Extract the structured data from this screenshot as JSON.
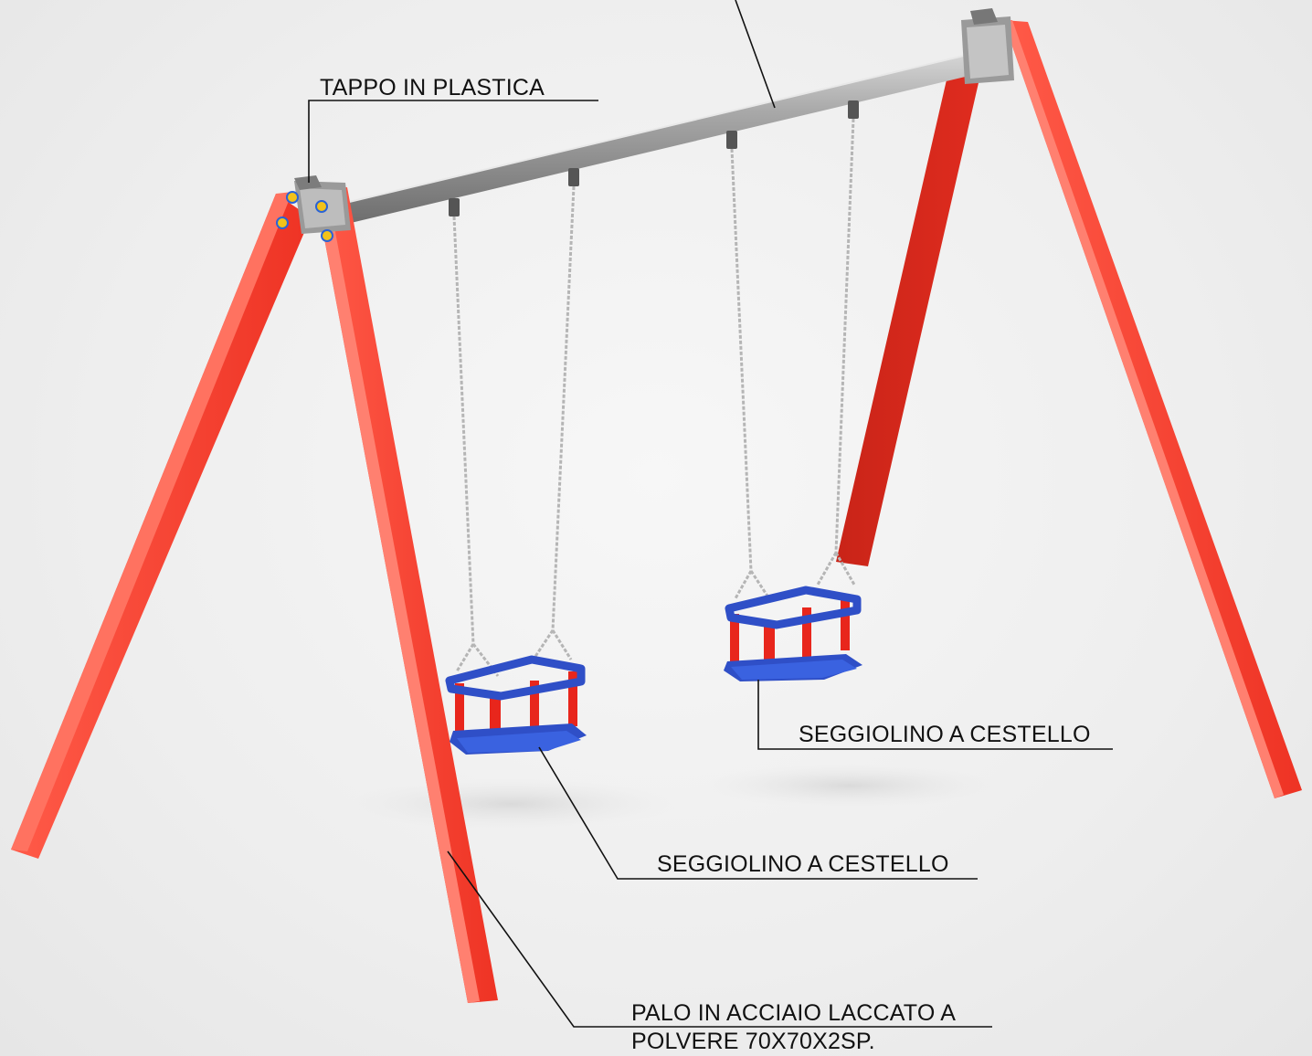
{
  "labels": {
    "cap": "TAPPO IN PLASTICA",
    "seat_right": "SEGGIOLINO A CESTELLO",
    "seat_left": "SEGGIOLINO A CESTELLO",
    "post_line1": "PALO IN ACCIAIO LACCATO A",
    "post_line2": "POLVERE 70X70X2SP."
  },
  "colors": {
    "post_red": "#f23a2c",
    "beam_steel": "#8c8c8c",
    "seat_blue": "#2f4fc7",
    "seat_red": "#e8261c",
    "chain": "#b9b9b9",
    "leader": "#111111"
  },
  "icons": [
    "plastic-cap-icon",
    "bolt-icon"
  ]
}
